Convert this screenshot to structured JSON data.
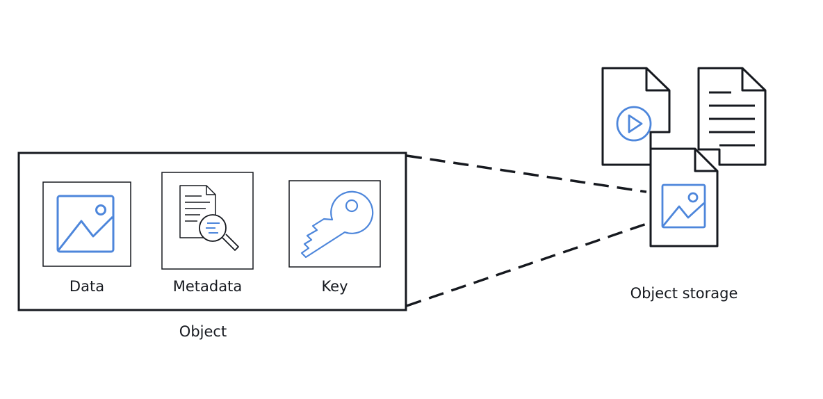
{
  "diagram": {
    "object_box": {
      "label": "Object",
      "items": [
        {
          "label": "Data",
          "icon": "image-icon"
        },
        {
          "label": "Metadata",
          "icon": "document-search-icon"
        },
        {
          "label": "Key",
          "icon": "key-icon"
        }
      ]
    },
    "storage": {
      "label": "Object storage",
      "icons": [
        "video-file-icon",
        "text-file-icon",
        "image-file-icon"
      ]
    },
    "colors": {
      "accent": "#4d86db",
      "stroke": "#16191f",
      "background": "#ffffff"
    }
  }
}
